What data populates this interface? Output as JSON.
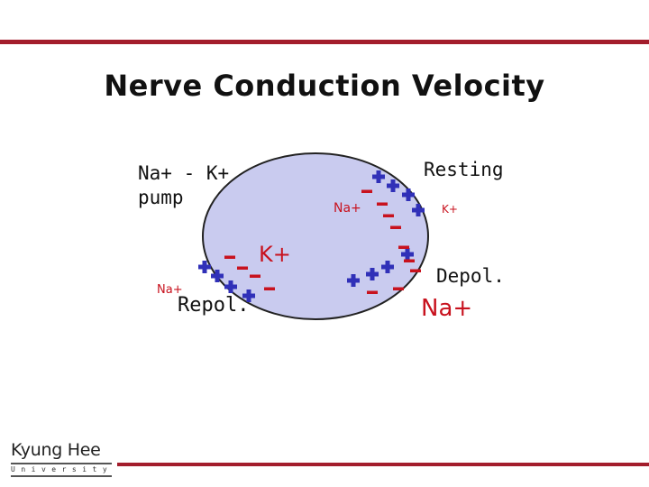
{
  "title": "Nerve Conduction Velocity",
  "labels": {
    "pump": [
      "Na+ - K+",
      "pump"
    ],
    "resting": "Resting",
    "na_resting": "Na+",
    "k_resting": "K+",
    "k_repol": "K+",
    "na_repol": "Na+",
    "repol": "Repol.",
    "depol": "Depol.",
    "na_depol": "Na+"
  },
  "logo": {
    "main": "Kyung Hee",
    "sub": "University"
  },
  "colors": {
    "accent": "#a31d2c",
    "cell_fill": "#c9cbef",
    "cell_stroke": "#222222",
    "plus_icon": "#3030b8",
    "minus_icon": "#c8121e",
    "label_red": "#c8121e"
  }
}
